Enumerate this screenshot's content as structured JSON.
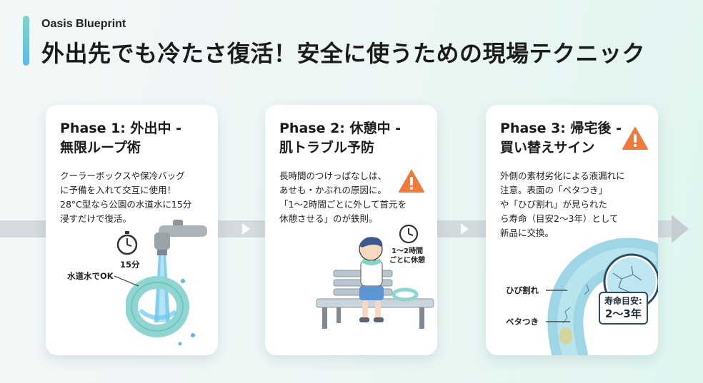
{
  "brand": "Oasis Blueprint",
  "title": "外出先でも冷たさ復活！安全に使うための現場テクニック",
  "colors": {
    "accent_teal": "#7fd6c6",
    "accent_blue": "#5fb8ea",
    "warning_orange": "#f07a3c",
    "pipe_blue": "#8fd0e0"
  },
  "phases": [
    {
      "heading_line1": "Phase 1: 外出中 -",
      "heading_line2": "無限ループ術",
      "body": [
        "クーラーボックスや保冷バッグ",
        "に予備を入れて交互に使用！",
        "28°C型なら公園の水道水に15分",
        "浸すだけで復活。"
      ],
      "timer_label": "15分",
      "water_label": "水道水でOK",
      "icons": [
        "stopwatch-icon",
        "faucet-icon",
        "cooling-ring-icon"
      ]
    },
    {
      "heading_line1": "Phase 2: 休憩中 -",
      "heading_line2": "肌トラブル予防",
      "body": [
        "長時間のつけっぱなしは、",
        "あせも・かぶれの原因に。",
        "「1〜2時間ごとに外して首元を",
        "休憩させる」のが鉄則。"
      ],
      "clock_label_line1": "1〜2時間",
      "clock_label_line2": "ごとに休憩",
      "icons": [
        "warning-icon",
        "clock-icon",
        "boy-on-bench-icon"
      ]
    },
    {
      "heading_line1": "Phase 3: 帰宅後 -",
      "heading_line2": "買い替えサイン",
      "body": [
        "外側の素材劣化による液漏れに",
        "注意。表面の「ベタつき」",
        "や「ひび割れ」が見られた",
        "ら寿命（目安2〜3年）として",
        "新品に交換。"
      ],
      "crack_label": "ひび割れ",
      "sticky_label": "ベタつき",
      "lifespan_line1": "寿命目安:",
      "lifespan_line2": "2〜3年",
      "icons": [
        "warning-icon",
        "worn-tube-icon",
        "magnifier-icon"
      ]
    }
  ]
}
